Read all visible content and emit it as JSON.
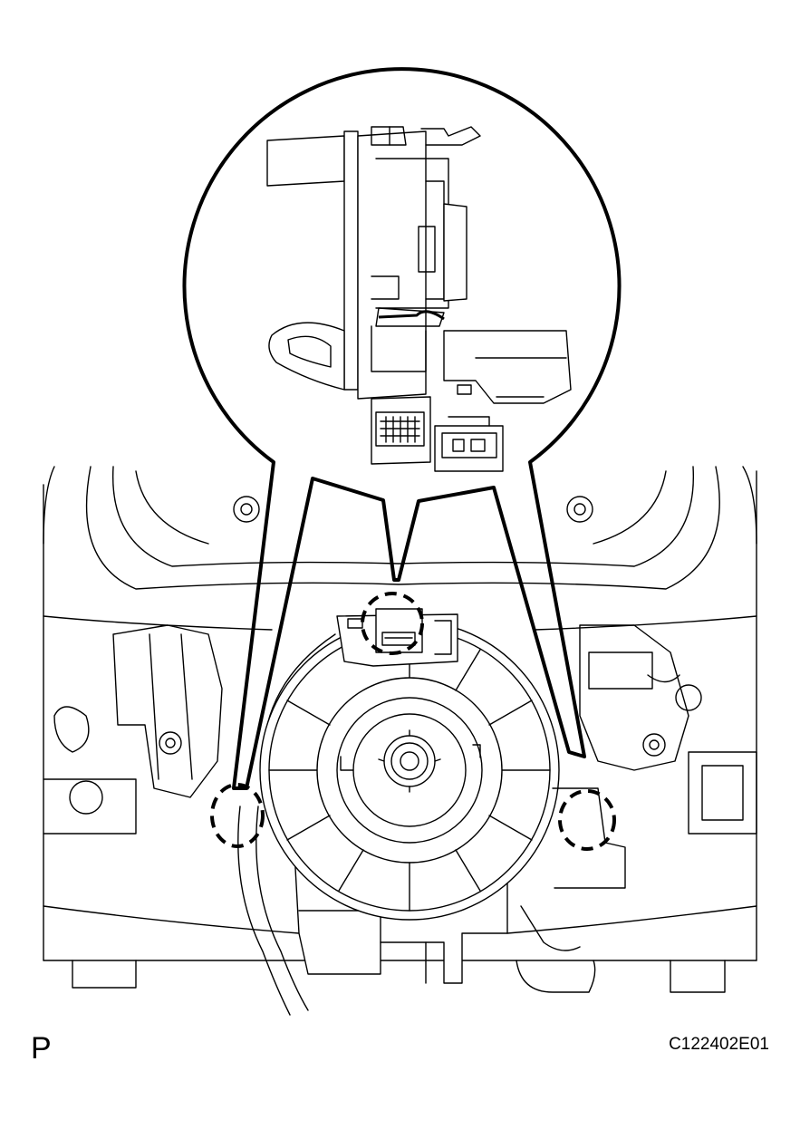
{
  "figure": {
    "view_letter": "P",
    "figure_code": "C122402E01"
  },
  "callouts": [
    {
      "id": "claw-top"
    },
    {
      "id": "claw-left"
    },
    {
      "id": "claw-right"
    }
  ]
}
